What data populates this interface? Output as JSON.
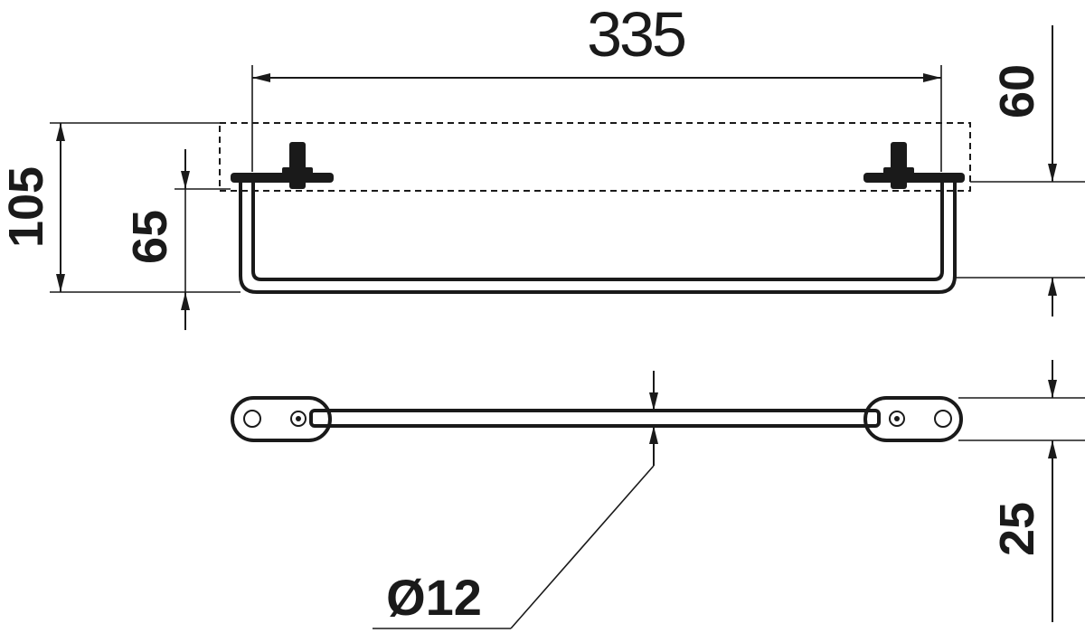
{
  "dimensions": {
    "overall_length": "335",
    "mount_depth": "60",
    "total_height": "105",
    "bar_height": "65",
    "bracket_thickness": "25",
    "rod_diameter": "Ø12"
  },
  "colors": {
    "ink": "#1a1a1a",
    "background": "#ffffff"
  }
}
